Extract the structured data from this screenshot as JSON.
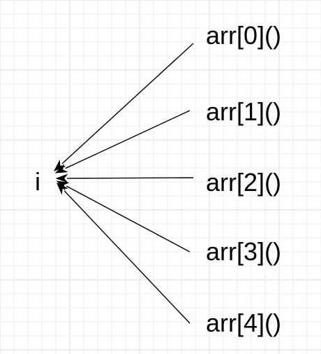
{
  "diagram": {
    "target": {
      "label": "i"
    },
    "sources": [
      {
        "label": "arr[0]()"
      },
      {
        "label": "arr[1]()"
      },
      {
        "label": "arr[2]()"
      },
      {
        "label": "arr[3]()"
      },
      {
        "label": "arr[4]()"
      }
    ],
    "colors": {
      "line": "#000000",
      "text": "#000000",
      "grid": "#e6e6e6",
      "background": "#ffffff"
    }
  }
}
